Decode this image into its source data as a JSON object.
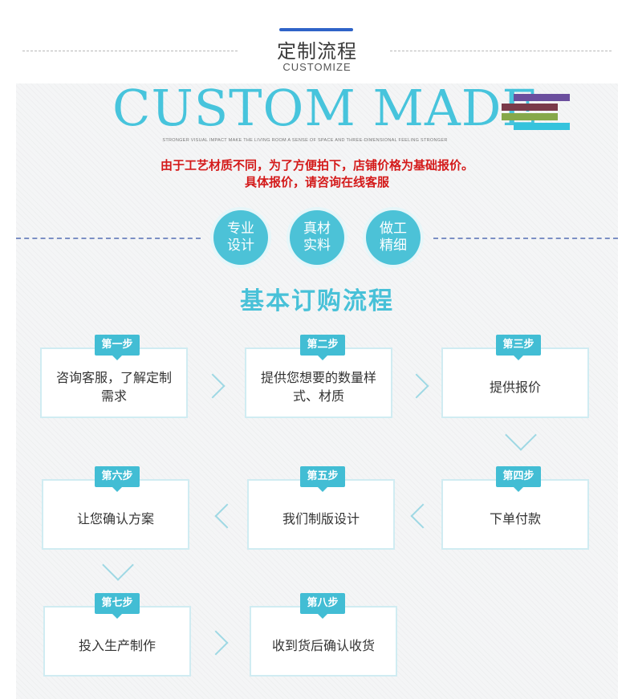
{
  "header": {
    "title": "定制流程",
    "subtitle": "CUSTOMIZE"
  },
  "banner": {
    "title": "CUSTOM MADE",
    "tagline": "STRONGER VISUAL IMPACT MAKE THE LIVING ROOM A SENSE OF SPACE AND THREE-DIMENSIONAL FEELING STRONGER",
    "stripe_colors": [
      "#6b4f9e",
      "#7a3a4a",
      "#86a84a",
      "#35c3dd"
    ]
  },
  "notice": {
    "line1": "由于工艺材质不同，为了方便拍下，店铺价格为基础报价。",
    "line2": "具体报价，请咨询在线客服"
  },
  "features": [
    {
      "line1": "专业",
      "line2": "设计"
    },
    {
      "line1": "真材",
      "line2": "实料"
    },
    {
      "line1": "做工",
      "line2": "精细"
    }
  ],
  "flow": {
    "title": "基本订购流程",
    "steps": [
      {
        "badge": "第一步",
        "text": "咨询客服，了解定制需求"
      },
      {
        "badge": "第二步",
        "text": "提供您想要的数量样式、材质"
      },
      {
        "badge": "第三步",
        "text": "提供报价"
      },
      {
        "badge": "第四步",
        "text": "下单付款"
      },
      {
        "badge": "第五步",
        "text": "我们制版设计"
      },
      {
        "badge": "第六步",
        "text": "让您确认方案"
      },
      {
        "badge": "第七步",
        "text": "投入生产制作"
      },
      {
        "badge": "第八步",
        "text": "收到货后确认收货"
      }
    ]
  },
  "colors": {
    "accent": "#48c1d8",
    "notice": "#d41a1a",
    "header_accent": "#2f63c8"
  }
}
